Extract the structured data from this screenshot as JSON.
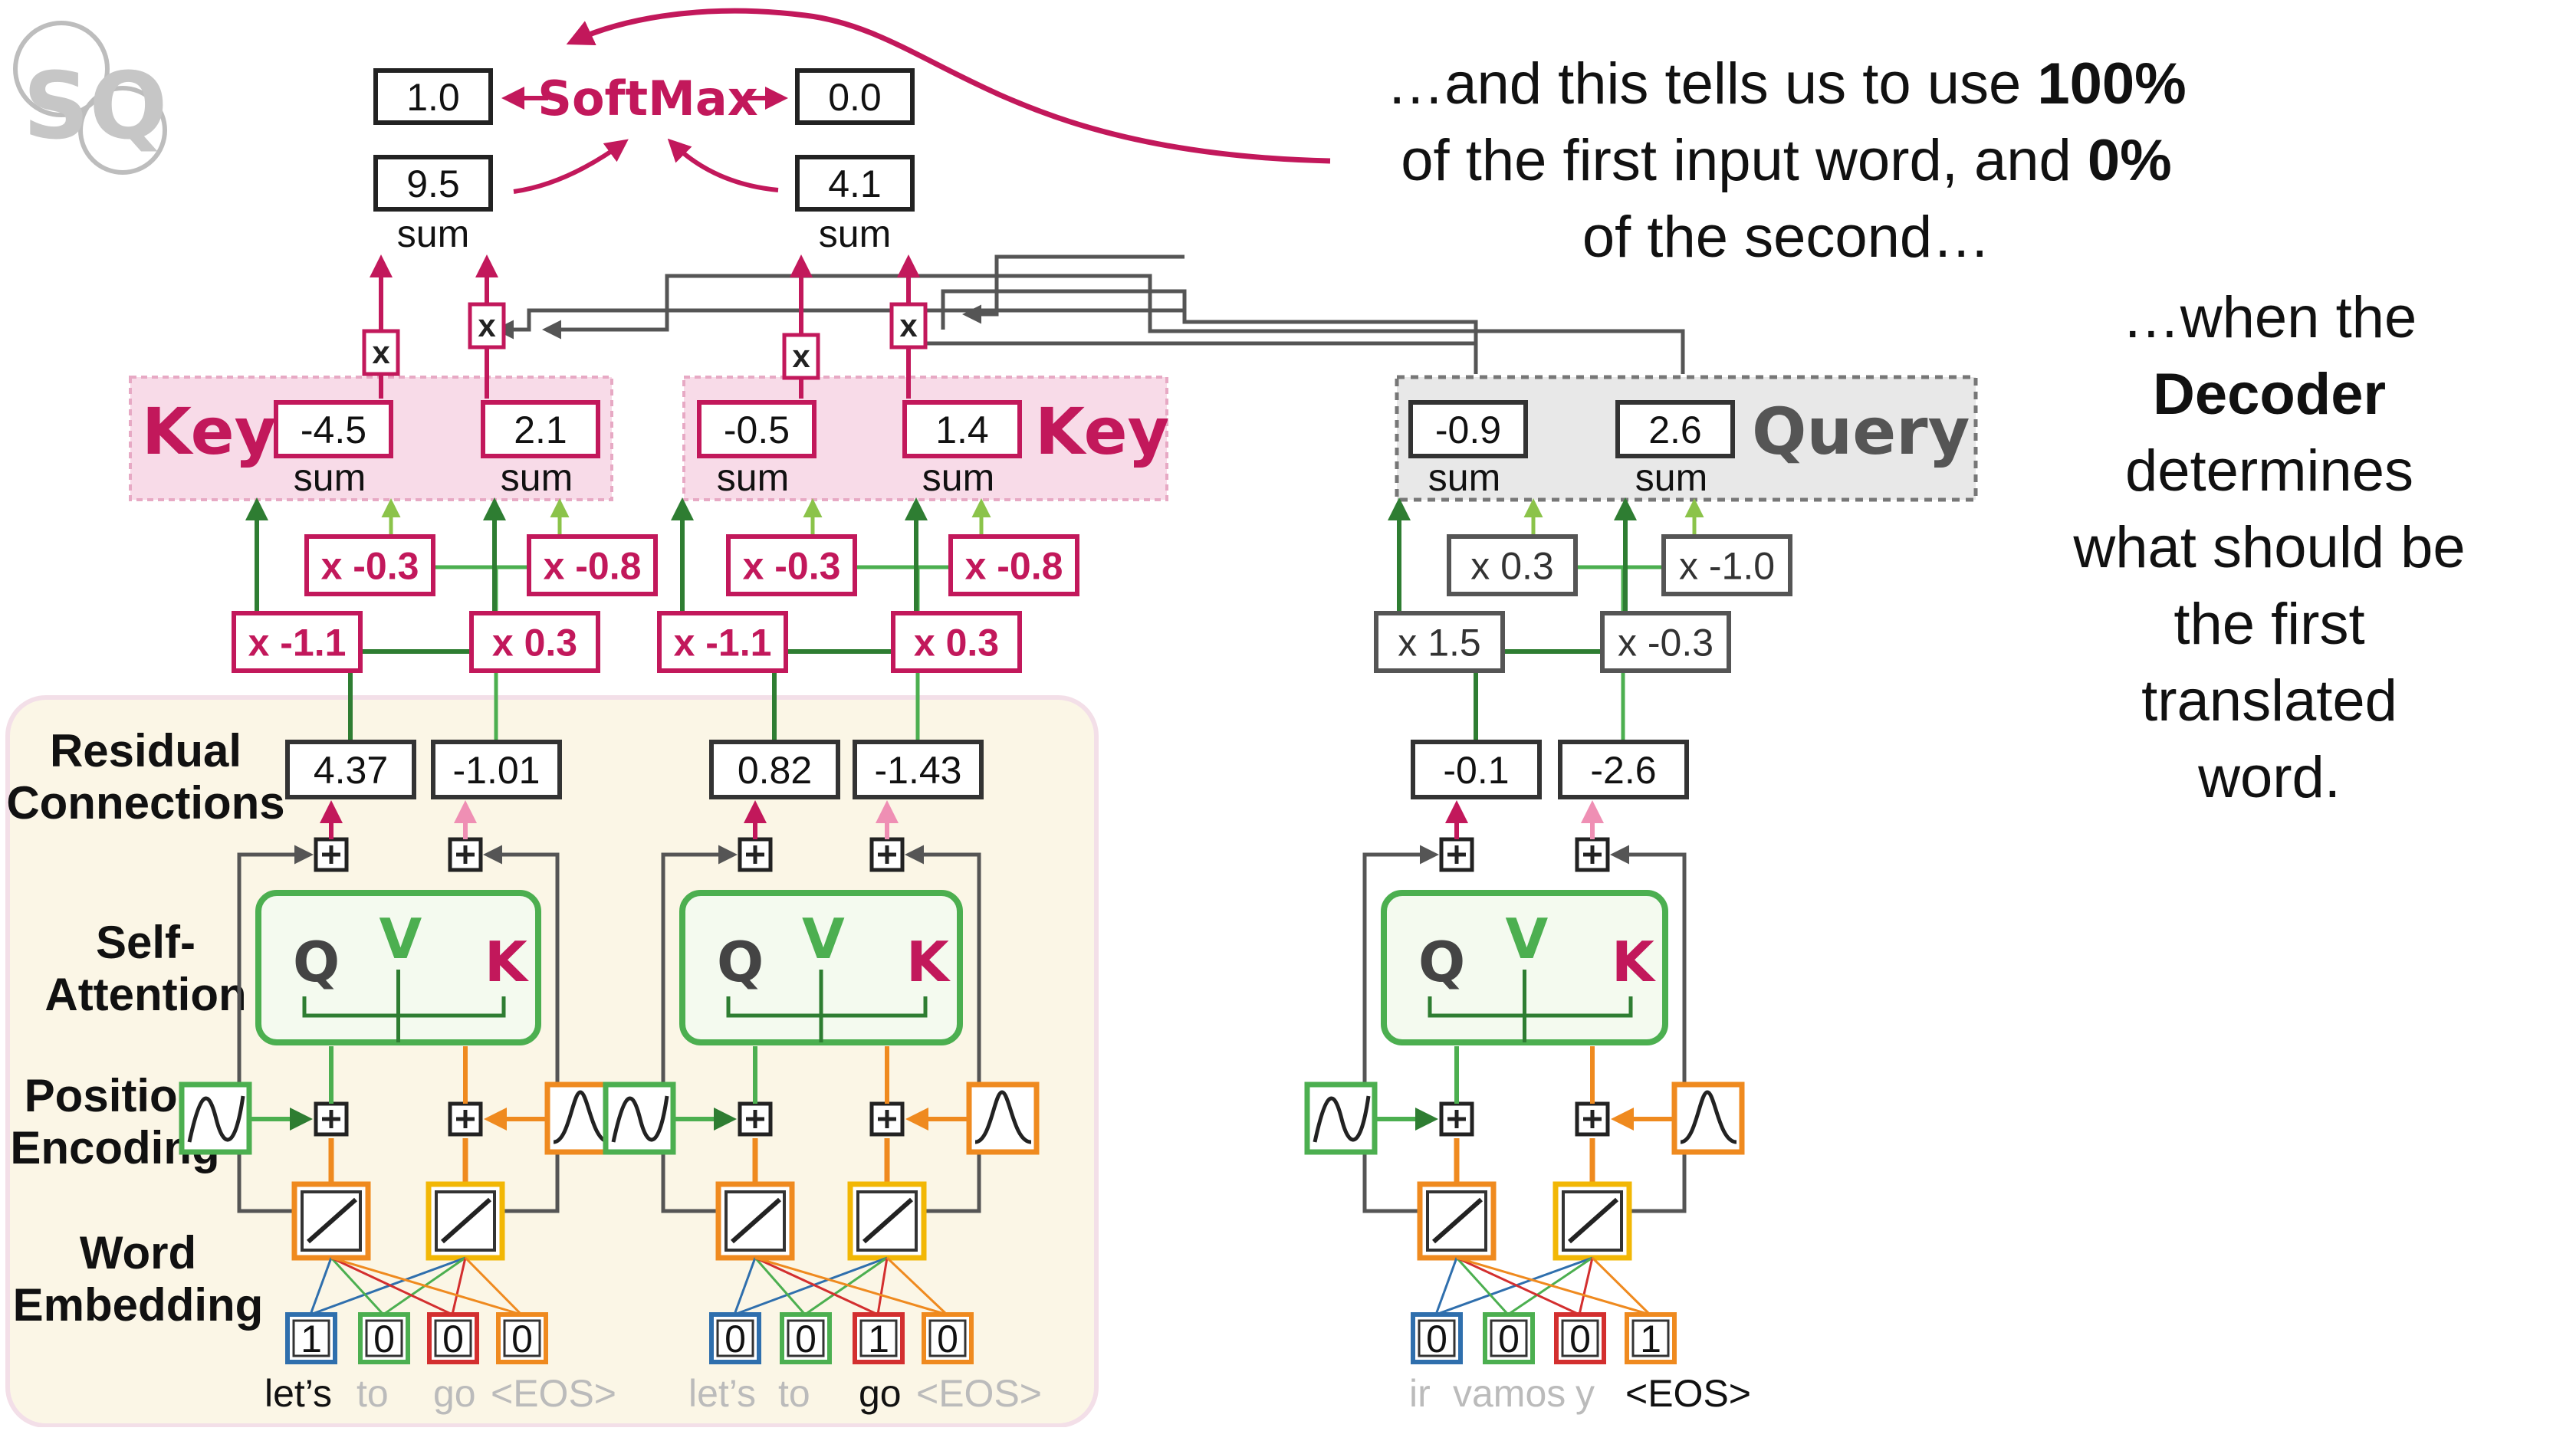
{
  "logo": {
    "text": "SQ"
  },
  "softmax": {
    "label": "SoftMax",
    "out_left": "1.0",
    "out_right": "0.0"
  },
  "scores": {
    "left": "9.5",
    "right": "4.1"
  },
  "sum_label": "sum",
  "mult_label": "x",
  "callout": {
    "line1_pre": "…and this tells us to use ",
    "line1_bold": "100%",
    "line2_pre": "of the first input word, and ",
    "line2_bold": "0%",
    "line3": "of the second…"
  },
  "side_note": {
    "line1": "…when the",
    "line2": "Decoder",
    "line3": "determines",
    "line4": "what should be",
    "line5": "the first",
    "line6": "translated",
    "line7": "word."
  },
  "labels": {
    "key": "Key",
    "query": "Query",
    "residual1": "Residual",
    "residual2": "Connections",
    "self1": "Self-",
    "self2": "Attention",
    "pos1": "Position",
    "pos2": "Encoding",
    "emb1": "Word",
    "emb2": "Embedding",
    "q": "Q",
    "v": "V",
    "k": "K"
  },
  "enc1": {
    "key_sums": [
      "-4.5",
      "2.1"
    ],
    "weights_top": [
      "x -0.3",
      "x -0.8"
    ],
    "weights_bottom": [
      "x -1.1",
      "x 0.3"
    ],
    "residuals": [
      "4.37",
      "-1.01"
    ],
    "one_hot": [
      "1",
      "0",
      "0",
      "0"
    ],
    "words": [
      "let’s",
      "to",
      "go",
      "<EOS>"
    ]
  },
  "enc2": {
    "key_sums": [
      "-0.5",
      "1.4"
    ],
    "weights_top": [
      "x -0.3",
      "x -0.8"
    ],
    "weights_bottom": [
      "x -1.1",
      "x 0.3"
    ],
    "residuals": [
      "0.82",
      "-1.43"
    ],
    "one_hot": [
      "0",
      "0",
      "1",
      "0"
    ],
    "words": [
      "let’s",
      "to",
      "go",
      "<EOS>"
    ]
  },
  "dec": {
    "query_sums": [
      "-0.9",
      "2.6"
    ],
    "weights_top": [
      "x 0.3",
      "x -1.0"
    ],
    "weights_bottom": [
      "x 1.5",
      "x -0.3"
    ],
    "residuals": [
      "-0.1",
      "-2.6"
    ],
    "one_hot": [
      "0",
      "0",
      "0",
      "1"
    ],
    "words": [
      "ir",
      "vamos",
      "y",
      "<EOS>"
    ]
  },
  "colors": {
    "pink": "#c2185b",
    "green": "#4caf50",
    "dark_green": "#2e7d32",
    "orange": "#ef8a1f",
    "gold": "#f2b705",
    "blue": "#2f6fad",
    "red": "#d32f2f",
    "grey": "#555555",
    "key_bg": "#f8dbe8",
    "query_bg": "#e8e8e8",
    "encoder_bg": "#fbf6e6"
  }
}
